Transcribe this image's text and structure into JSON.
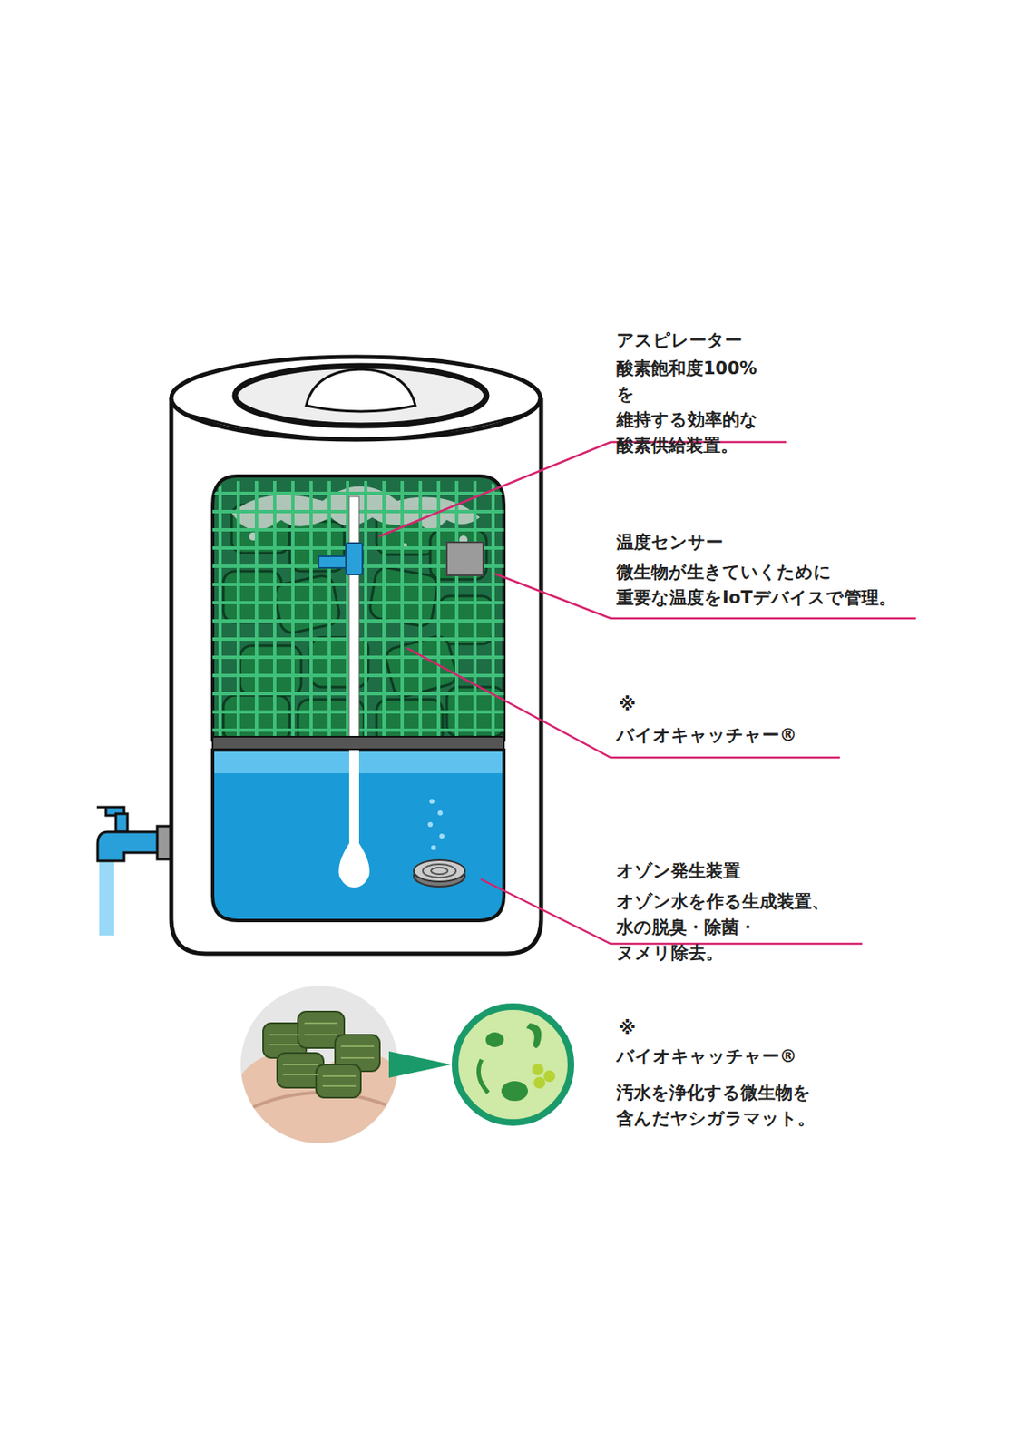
{
  "diagram": {
    "labels": [
      "アスピレーター",
      "酸素飽和度100%を 維持する効率的な 酸素供給装置。",
      "温度センサー",
      "微生物が生きていくために 重要な温度をIoTデバイスで管理。",
      "※",
      "バイオキャッチャー®",
      "オゾン発生装置",
      "オゾン水を作る生成装置、 水の脱臭・除菌・ヌメリ除去。",
      "※",
      "バイオキャッチャー®",
      "汚水を浄化する微生物を 含んだヤシガラマット。"
    ]
  }
}
